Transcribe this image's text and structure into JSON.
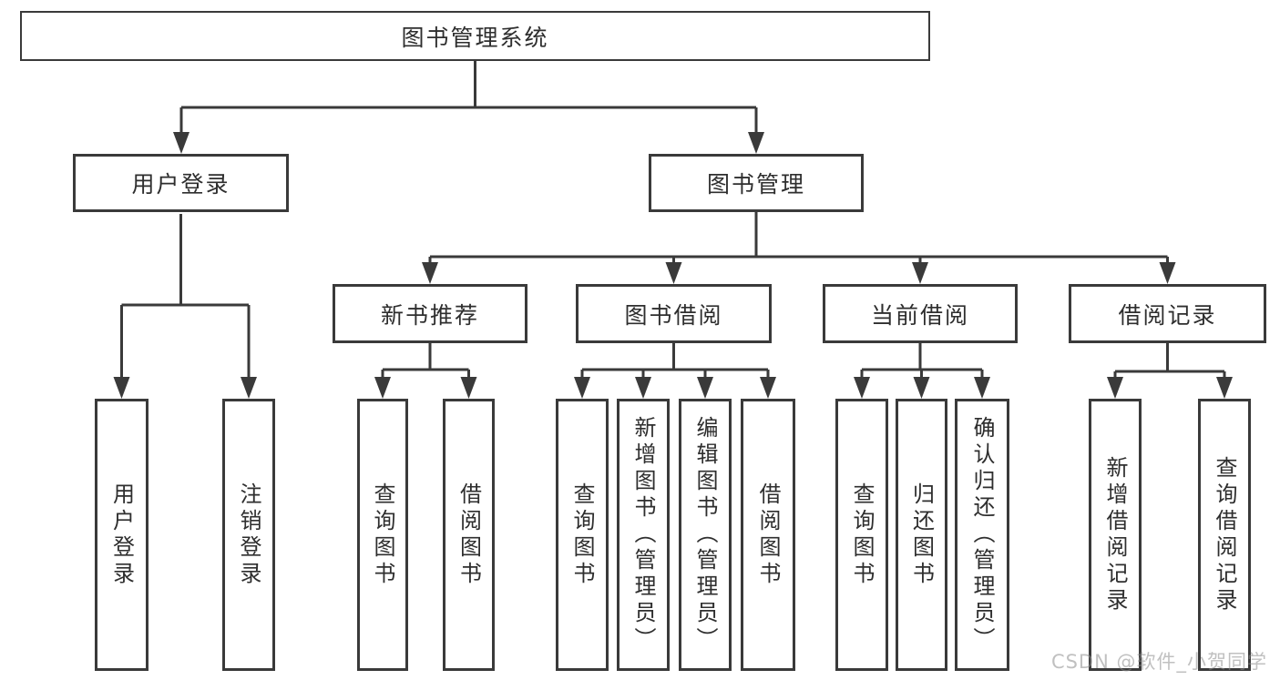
{
  "watermark": "CSDN @软件_小贺同学",
  "colors": {
    "line": "#3a3a3a",
    "text": "#2e2e2e",
    "background": "#ffffff",
    "watermark": "#c9c9c9"
  },
  "tree": {
    "label": "图书管理系统",
    "children": [
      {
        "label": "用户登录",
        "children": [
          {
            "label": "用户登录"
          },
          {
            "label": "注销登录"
          }
        ]
      },
      {
        "label": "图书管理",
        "children": [
          {
            "label": "新书推荐",
            "children": [
              {
                "label": "查询图书"
              },
              {
                "label": "借阅图书"
              }
            ]
          },
          {
            "label": "图书借阅",
            "children": [
              {
                "label": "查询图书"
              },
              {
                "label": "新增图书（管理员）"
              },
              {
                "label": "编辑图书（管理员）"
              },
              {
                "label": "借阅图书"
              }
            ]
          },
          {
            "label": "当前借阅",
            "children": [
              {
                "label": "查询图书"
              },
              {
                "label": "归还图书"
              },
              {
                "label": "确认归还（管理员）"
              }
            ]
          },
          {
            "label": "借阅记录",
            "children": [
              {
                "label": "新增借阅记录"
              },
              {
                "label": "查询借阅记录"
              }
            ]
          }
        ]
      }
    ]
  }
}
